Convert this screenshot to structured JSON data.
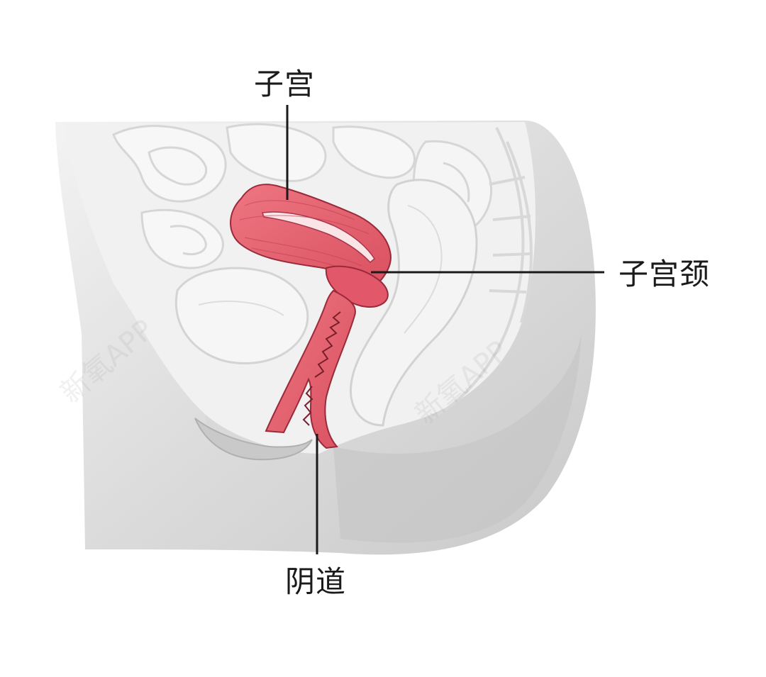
{
  "diagram": {
    "labels": {
      "uterus": "子宫",
      "cervix": "子宫颈",
      "vagina": "阴道"
    },
    "watermark": "新氧APP",
    "colors": {
      "organ_fill": "#e5606d",
      "organ_dark": "#b8344a",
      "body_gray": "#d3d3d3",
      "body_light": "#ececec",
      "leader_line": "#1a1a1a"
    }
  }
}
